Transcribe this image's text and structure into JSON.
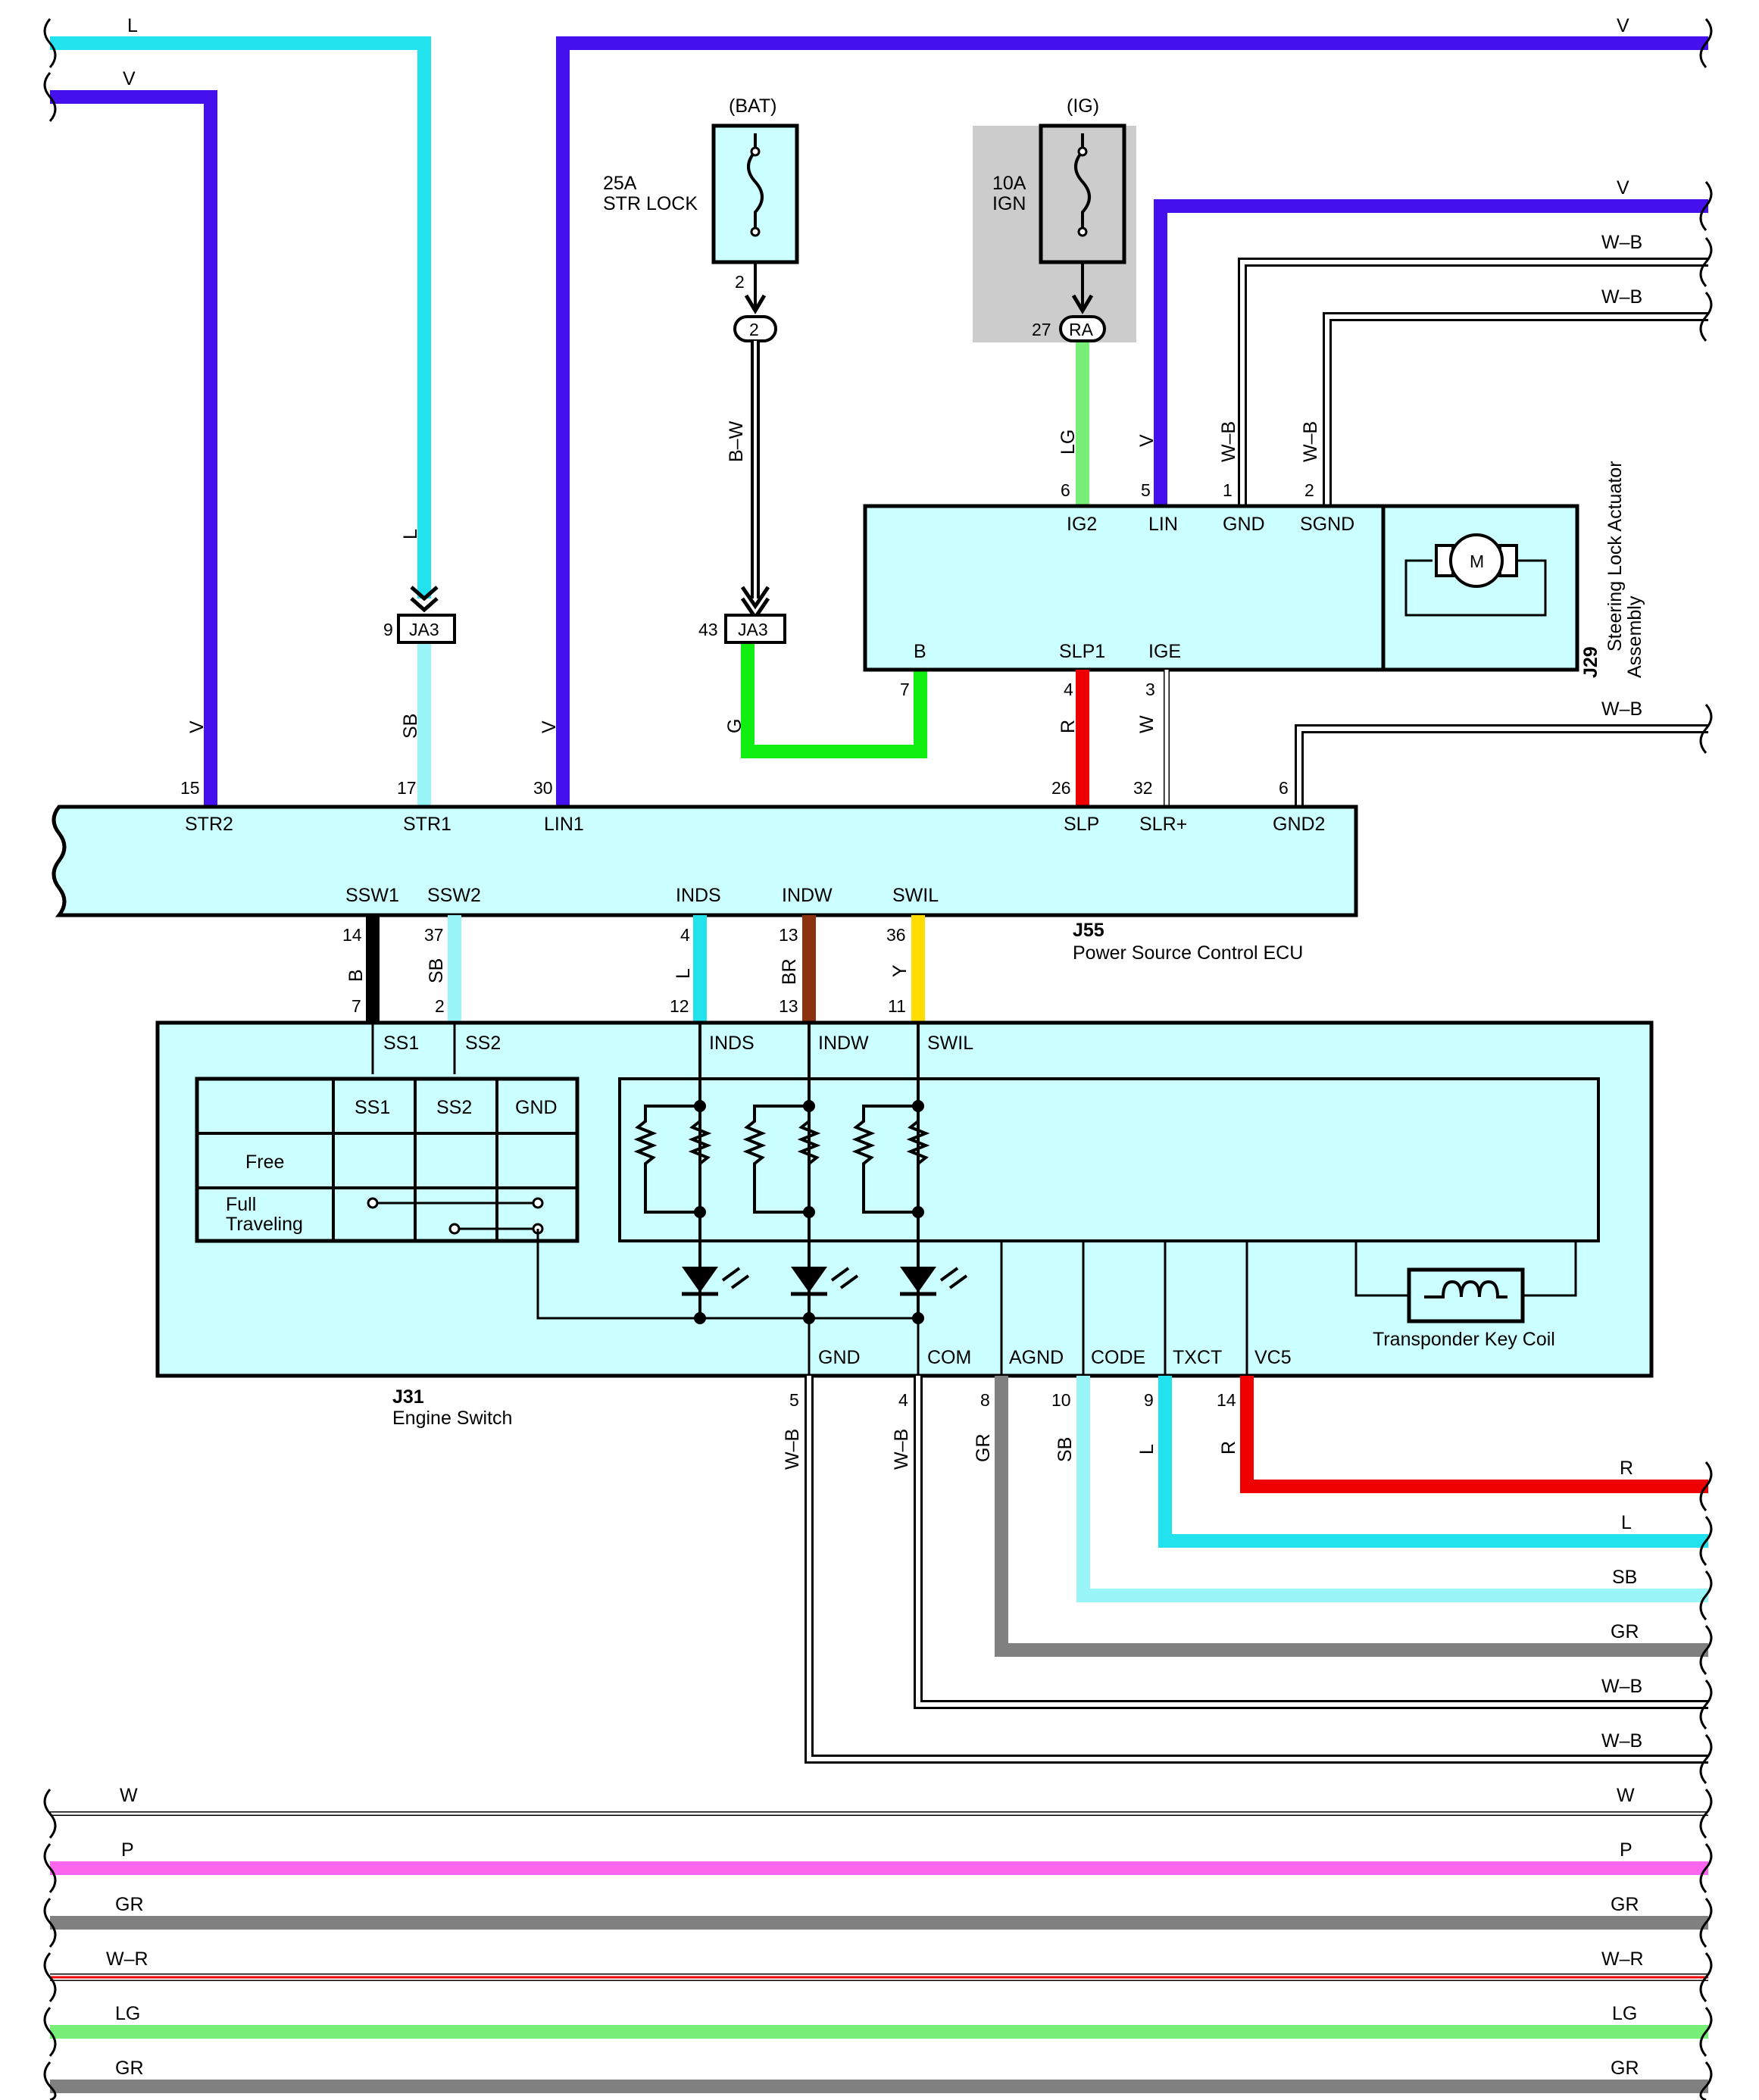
{
  "colors": {
    "L": "#22e2ee",
    "V": "#4411ee",
    "SB": "#99f5f8",
    "LG": "#77ee77",
    "G": "#11ee11",
    "R": "#ee0000",
    "BR": "#8b3311",
    "Y": "#ffdd00",
    "B": "#000000",
    "GR": "#808080",
    "P": "#ff66ee",
    "W": "#ffffff",
    "box": "#ccffff",
    "fuse_shade": "#cccccc"
  },
  "fuses": {
    "bat": {
      "source": "(BAT)",
      "amp": "25A",
      "name": "STR LOCK",
      "pin": "2",
      "connector": "2",
      "wire": "B–W"
    },
    "ig": {
      "source": "(IG)",
      "amp": "10A",
      "name": "IGN",
      "pin": "27",
      "connector": "RA"
    }
  },
  "junctions": {
    "ja3_left": {
      "pin": "9",
      "label": "JA3",
      "wire_in": "L",
      "wire_out": "SB"
    },
    "ja3_right": {
      "pin": "43",
      "label": "JA3",
      "wire_out": "G"
    }
  },
  "actuator": {
    "code": "J29",
    "name_line1": "Steering Lock Actuator",
    "name_line2": "Assembly",
    "motor": "M",
    "top_pins": [
      {
        "wire": "LG",
        "num": "6",
        "name": "IG2"
      },
      {
        "wire": "V",
        "num": "5",
        "name": "LIN"
      },
      {
        "wire": "W–B",
        "num": "1",
        "name": "GND"
      },
      {
        "wire": "W–B",
        "num": "2",
        "name": "SGND"
      }
    ],
    "bottom_pins": [
      {
        "name": "B",
        "num": "7"
      },
      {
        "name": "SLP1",
        "num": "4",
        "wire": "R"
      },
      {
        "name": "IGE",
        "num": "3",
        "wire": "W"
      }
    ]
  },
  "ecu": {
    "code": "J55",
    "name": "Power Source Control ECU",
    "top_pins": [
      {
        "wire": "V",
        "num": "15",
        "name": "STR2"
      },
      {
        "wire": "SB",
        "num": "17",
        "name": "STR1"
      },
      {
        "wire": "V",
        "num": "30",
        "name": "LIN1"
      },
      {
        "wire": "R",
        "num": "26",
        "name": "SLP"
      },
      {
        "wire": "W",
        "num": "32",
        "name": "SLR+"
      },
      {
        "wire": "",
        "num": "6",
        "name": "GND2"
      }
    ],
    "bottom_pins": [
      {
        "name": "SSW1",
        "num": "14",
        "wire": "B",
        "sw_num": "7",
        "sw_name": "SS1"
      },
      {
        "name": "SSW2",
        "num": "37",
        "wire": "SB",
        "sw_num": "2",
        "sw_name": "SS2"
      },
      {
        "name": "INDS",
        "num": "4",
        "wire": "L",
        "sw_num": "12",
        "sw_name": "INDS"
      },
      {
        "name": "INDW",
        "num": "13",
        "wire": "BR",
        "sw_num": "13",
        "sw_name": "INDW"
      },
      {
        "name": "SWIL",
        "num": "36",
        "wire": "Y",
        "sw_num": "11",
        "sw_name": "SWIL"
      }
    ]
  },
  "engine_switch": {
    "code": "J31",
    "name": "Engine Switch",
    "table": {
      "headers": [
        "SS1",
        "SS2",
        "GND"
      ],
      "rows": [
        "Free",
        "Full",
        "Traveling"
      ]
    },
    "bottom_pins": [
      {
        "name": "GND",
        "num": "5",
        "wire": "W–B"
      },
      {
        "name": "COM",
        "num": "4",
        "wire": "W–B"
      },
      {
        "name": "AGND",
        "num": "8",
        "wire": "GR"
      },
      {
        "name": "CODE",
        "num": "10",
        "wire": "SB"
      },
      {
        "name": "TXCT",
        "num": "9",
        "wire": "L"
      },
      {
        "name": "VC5",
        "num": "14",
        "wire": "R"
      }
    ],
    "coil": "Transponder Key Coil"
  },
  "right_wires_top": [
    "V",
    "V",
    "W–B",
    "W–B",
    "W–B"
  ],
  "left_wires_top": [
    "L",
    "V"
  ],
  "right_wires_bottom": [
    "R",
    "L",
    "SB",
    "GR",
    "W–B",
    "W–B"
  ],
  "bus_wires": [
    "W",
    "P",
    "GR",
    "W–R",
    "LG",
    "GR"
  ]
}
